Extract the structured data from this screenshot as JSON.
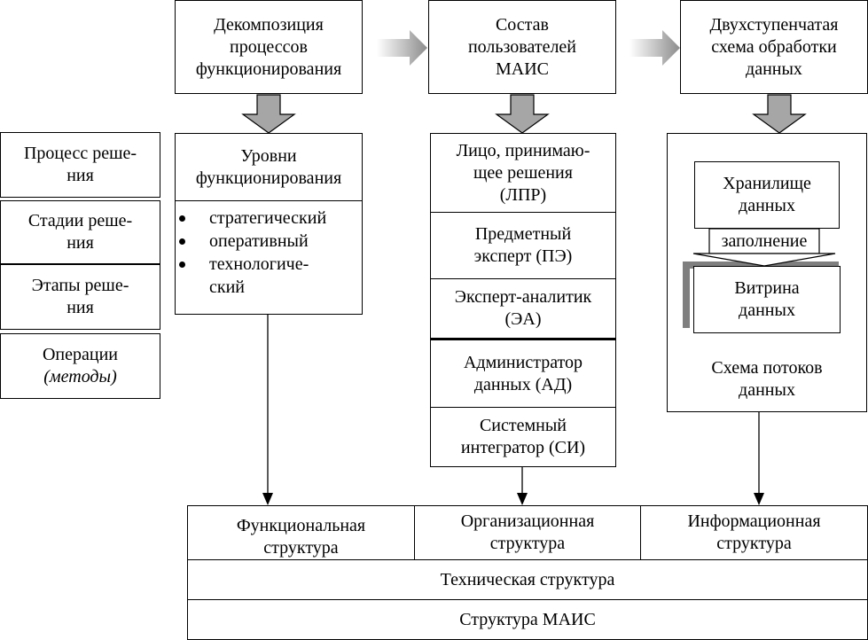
{
  "top": {
    "decomposition": "Декомпозиция\nпроцессов\nфункционирования",
    "users": "Состав\nпользователей\nМАИС",
    "two_stage": "Двухступенчатая\nсхема обработки\nданных"
  },
  "left_stack": [
    "Процесс реше-\nния",
    "Стадии реше-\nния",
    "Этапы реше-\nния"
  ],
  "operations": {
    "label": "Операции",
    "sub": "(методы)"
  },
  "levels": {
    "title": "Уровни\nфункционирования",
    "items": [
      "стратегический",
      "оперативный",
      "технологиче-\nский"
    ]
  },
  "roles": [
    "Лицо, принимаю-\nщее решения\n(ЛПР)",
    "Предметный\nэксперт  (ПЭ)",
    "Эксперт-аналитик\n(ЭА)",
    "Администратор\nданных  (АД)",
    "Системный\nинтегратор (СИ)"
  ],
  "dataflow": {
    "storage": "Хранилище\nданных",
    "fill": "заполнение",
    "mart": "Витрина\nданных",
    "caption": "Схема потоков\nданных"
  },
  "bottom": {
    "functional": "Функциональная\nструктура",
    "organizational": "Организационная\nструктура",
    "informational": "Информационная\nструктура",
    "technical": "Техническая структура",
    "mais": "Структура МАИС"
  }
}
